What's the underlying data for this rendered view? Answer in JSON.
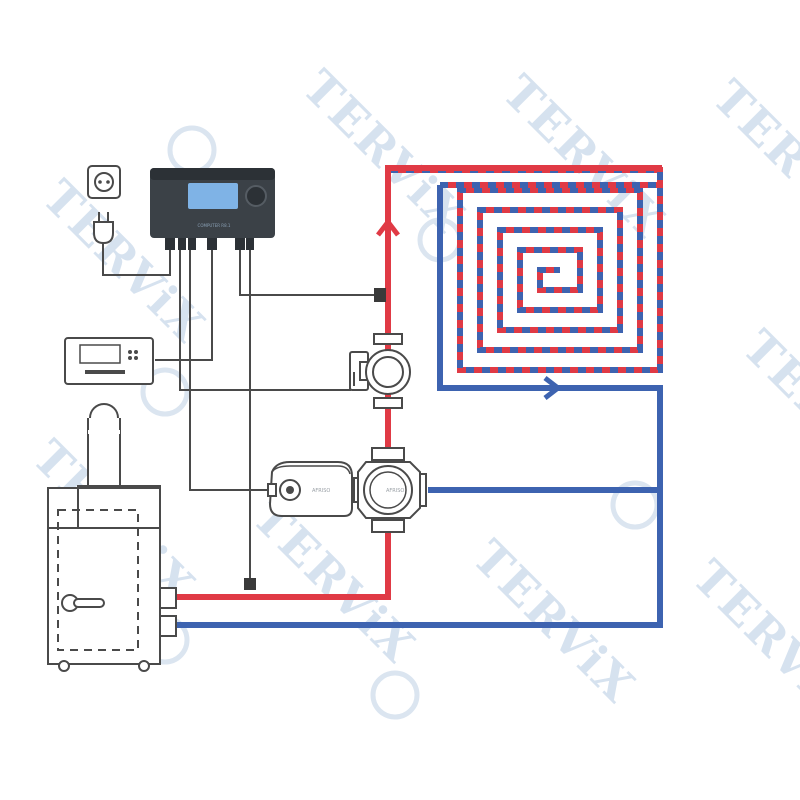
{
  "watermark": {
    "text": "TERViX"
  },
  "actuator": {
    "brand": "AFRISO"
  },
  "valve": {
    "brand": "AFRISO"
  },
  "controller": {
    "brand": "COMPUTER R8.1"
  },
  "colors": {
    "supply": "#e03a45",
    "return": "#3d63b0",
    "signal": "#4a4a4a",
    "outline": "#4a4a4a",
    "screen": "#7fb3e6",
    "controller_body": "#3b4147",
    "watermark": "#d6e2ef"
  },
  "icons": [
    "power-socket-icon",
    "power-plug-icon",
    "pump-icon",
    "mixing-valve-icon",
    "actuator-icon",
    "boiler-icon",
    "room-thermostat-icon",
    "controller-icon",
    "flow-arrow-icon"
  ]
}
